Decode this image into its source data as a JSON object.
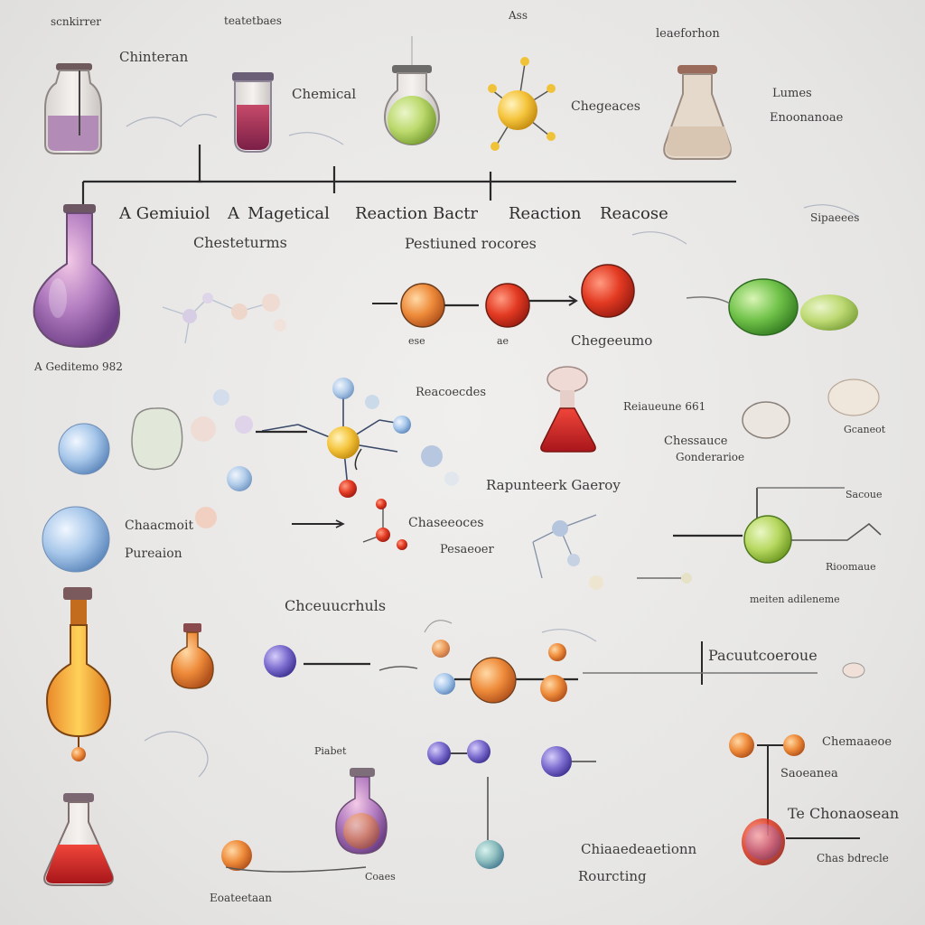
{
  "labels": {
    "top_left_1": "scnkirrer",
    "top_left_2": "Chinteran",
    "top_feature": "teatetbaes",
    "top_ass": "Ass",
    "top_reaction": "leaeforhon",
    "chemical": "Chemical",
    "chegeacres": "Chegeaces",
    "lumes": "Lumes",
    "pharmacy": "Enoonanoae",
    "right_tag": "Sipaeees",
    "title_main": "A Gemiuiol",
    "title_a": "A",
    "title_magical": "Magetical",
    "title_reaction": "Reaction Bactr",
    "title_reaction2": "Reaction",
    "title_reacoe": "Reacose",
    "sub_left": "Chesteturms",
    "sub_center": "Pestiuned rocores",
    "flask_caption": "A Geditemo 982",
    "chain_label_a": "ese",
    "chain_label_b": "ae",
    "chain_label_c": "Chegeeumo",
    "mid_label": "Reacoecdes",
    "red_flask_label": "Reiaueune 661",
    "right_mid_1": "Chessauce",
    "right_mid_2": "Gonderarioe",
    "left_mid_1": "Chaacmoit",
    "left_mid_2": "Pureaion",
    "center_1": "Chaseeoces",
    "center_2": "Pesaeoer",
    "center_header": "Rapunteerk Gaeroy",
    "lower_left": "Chceuucrhuls",
    "right_lower_header": "Pacuutcoeroue",
    "right_green_sub": "meiten adileneme",
    "right_small_1": "Sacoue",
    "right_small_2": "Rioomaue",
    "right_small_3": "Gcaneot",
    "bottom_right_header": "Te Chonaosean",
    "bottom_right_sub": "Chas bdrecle",
    "bottom_center_1": "Chiaaedeaetionn",
    "bottom_center_2": "Rourcting",
    "bottom_left": "Eoateetaan",
    "bottom_small": "Coaes",
    "small_1": "Piabet",
    "small_2": "Saoeanea",
    "small_3": "Chemaaeoe"
  },
  "colors": {
    "background": "#e9e8e6",
    "line": "#2a2a2a",
    "purple_flask": "#a06ab0",
    "red_liquid": "#d6332a",
    "orange_sphere": "#e9823a",
    "green_sphere": "#6cbf4a",
    "blue_sphere": "#8fb6dd",
    "yellow_sphere": "#f3c542",
    "violet_sphere": "#7a6cc8"
  },
  "icons": [
    "flask-icon",
    "test-tube-icon",
    "round-flask-icon",
    "molecule-icon",
    "sphere-icon",
    "arrow-icon"
  ]
}
